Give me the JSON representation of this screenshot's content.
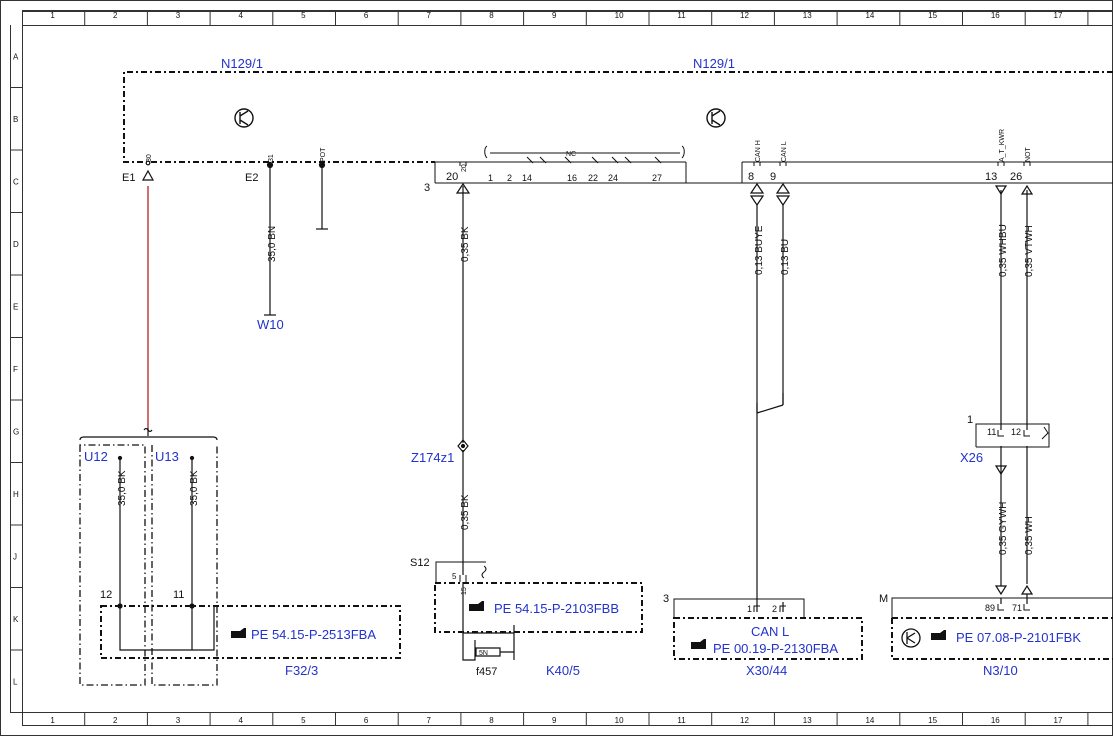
{
  "grid": {
    "columns": [
      "1",
      "2",
      "3",
      "4",
      "5",
      "6",
      "7",
      "8",
      "9",
      "10",
      "11",
      "12",
      "13",
      "14",
      "15",
      "16",
      "17"
    ],
    "rows": [
      "A",
      "B",
      "C",
      "D",
      "E",
      "F",
      "G",
      "H",
      "J",
      "K",
      "L"
    ]
  },
  "colors": {
    "label": "#2233cc",
    "line": "#111111",
    "power_wire": "#b01010"
  },
  "modules": {
    "n129_left": "N129/1",
    "n129_right": "N129/1",
    "w10": "W10",
    "z174": "Z174z1",
    "x26": "X26",
    "f32": "F32/3",
    "k40": "K40/5",
    "x30": "X30/44",
    "n3": "N3/10",
    "f457": "f457",
    "u12": "U12",
    "u13": "U13",
    "s12": "S12",
    "e1": "E1",
    "e2": "E2"
  },
  "pins": {
    "p30": "30",
    "p31": "31",
    "pot": "POT",
    "p20": "20",
    "nc": "NC",
    "row_pins": [
      "1",
      "2",
      "14",
      "16",
      "22",
      "24",
      "27"
    ],
    "p8": "8",
    "p9": "9",
    "can_h": "CAN H",
    "can_l": "CAN L",
    "p13": "13",
    "p26": "26",
    "a_t_kwr": "A_T_KWR",
    "not": "NOT",
    "conn3": "3",
    "x26_1": "1",
    "x26_11": "11",
    "x26_12": "12",
    "f32_12": "12",
    "f32_11": "11",
    "s12_5": "5",
    "k40_15": "15",
    "x30_3": "3",
    "x30_1": "1",
    "x30_2": "2",
    "n3_m": "M",
    "n3_89": "89",
    "n3_71": "71",
    "fuse": "5N"
  },
  "wires": {
    "w_e2": "35,0 BN",
    "w_20": "0,35 BK",
    "w_8": "0,13 BUYE",
    "w_9": "0,13 BU",
    "w_13": "0,35 WHBU",
    "w_26": "0,35 VTWH",
    "w_u12": "35,0 BK",
    "w_u13": "35,0 BK",
    "w_z174": "0,35 BK",
    "w_x26a": "0,35 GYWH",
    "w_x26b": "0,35 WH"
  },
  "references": {
    "f32": "PE 54.15-P-2513FBA",
    "k40": "PE 54.15-P-2103FBB",
    "x30_title": "CAN L",
    "x30": "PE 00.19-P-2130FBA",
    "n3": "PE 07.08-P-2101FBK"
  }
}
